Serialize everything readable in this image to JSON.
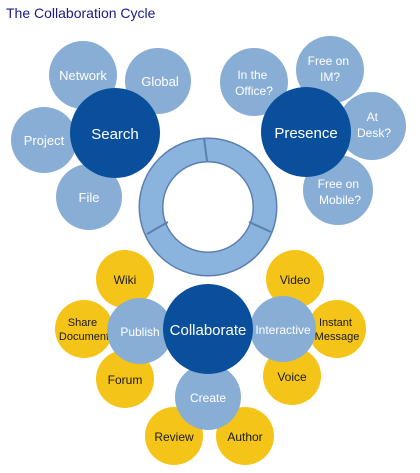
{
  "title": "The Collaboration Cycle",
  "colors": {
    "hub_dark_blue": "#0a4f9c",
    "light_blue": "#89aed6",
    "ring_blue": "#8ab4dd",
    "ring_outline": "#5a7fb0",
    "yellow": "#f4c418",
    "hub_text": "#ffffff",
    "light_text": "#ffffff",
    "yellow_text": "#1a1a1a"
  },
  "hubs": {
    "search": "Search",
    "presence": "Presence",
    "collaborate": "Collaborate"
  },
  "search_nodes": {
    "network": "Network",
    "global": "Global",
    "project": "Project",
    "file": "File"
  },
  "presence_nodes": {
    "in_office": [
      "In the",
      "Office?"
    ],
    "free_im": [
      "Free on",
      "IM?"
    ],
    "at_desk": [
      "At",
      "Desk?"
    ],
    "free_mobile": [
      "Free on",
      "Mobile?"
    ]
  },
  "collaborate_nodes": {
    "publish": "Publish",
    "interactive": "Interactive",
    "create": "Create"
  },
  "yellow_nodes": {
    "wiki": "Wiki",
    "share_document": [
      "Share",
      "Document"
    ],
    "forum": "Forum",
    "video": "Video",
    "instant_message": [
      "Instant",
      "Message"
    ],
    "voice": "Voice",
    "review": "Review",
    "author": "Author"
  }
}
